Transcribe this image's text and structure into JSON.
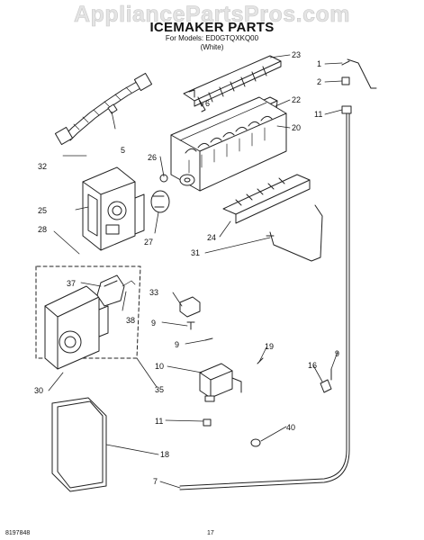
{
  "watermark": "AppliancePartsPros.com",
  "header": {
    "title": "ICEMAKER PARTS",
    "models_line": "For Models: ED0GTQXKQ00",
    "color_line": "(White)"
  },
  "footer": {
    "code": "8197848",
    "page_number": "17"
  },
  "callouts": [
    "1",
    "2",
    "5",
    "6",
    "7",
    "9",
    "9",
    "9",
    "10",
    "11",
    "11",
    "16",
    "18",
    "19",
    "20",
    "22",
    "23",
    "24",
    "25",
    "26",
    "27",
    "28",
    "30",
    "31",
    "32",
    "33",
    "35",
    "37",
    "38",
    "40"
  ]
}
